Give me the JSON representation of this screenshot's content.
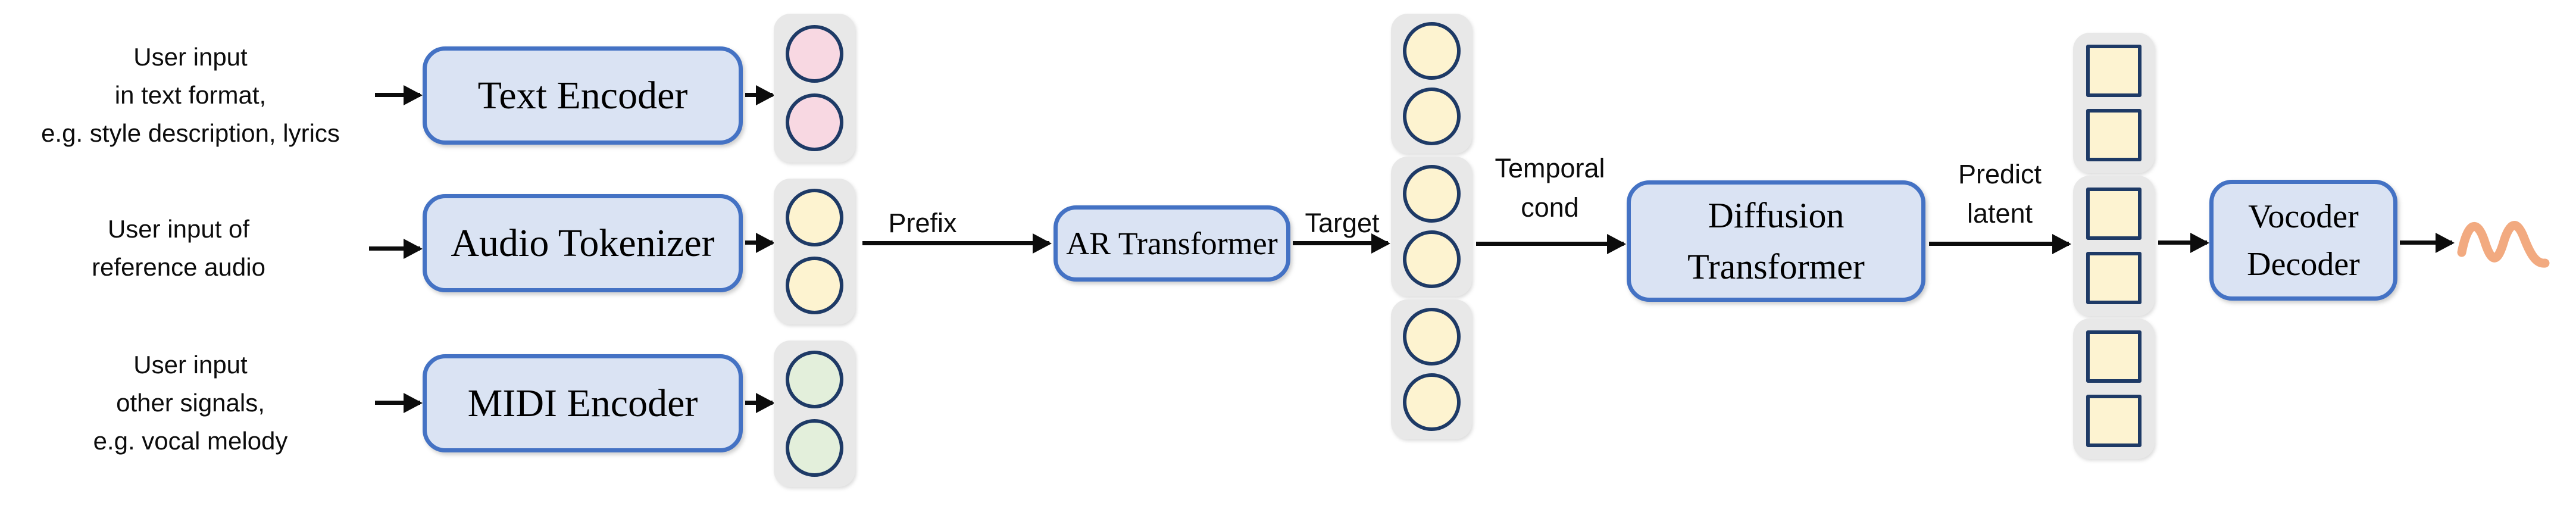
{
  "inputs": {
    "text_label": "User input\nin text format,\ne.g. style description, lyrics",
    "audio_label": "User input of\nreference audio",
    "midi_label": "User input\nother signals,\ne.g. vocal melody"
  },
  "modules": {
    "text_encoder": "Text Encoder",
    "audio_tokenizer": "Audio Tokenizer",
    "midi_encoder": "MIDI Encoder",
    "ar_transformer": "AR Transformer",
    "diffusion_transformer": "Diffusion\nTransformer",
    "vocoder_decoder": "Vocoder\nDecoder"
  },
  "arrow_labels": {
    "prefix": "Prefix",
    "target": "Target",
    "temporal_cond": "Temporal\ncond",
    "predict_latent": "Predict\nlatent"
  },
  "tokens": {
    "text": {
      "count": 2,
      "shape": "circle"
    },
    "audio": {
      "count": 2,
      "shape": "circle"
    },
    "midi": {
      "count": 2,
      "shape": "circle"
    },
    "semantic": {
      "segments": 3,
      "per_segment": 2,
      "total": 6,
      "shape": "circle"
    },
    "latent": {
      "segments": 3,
      "per_segment": 2,
      "total": 6,
      "shape": "square"
    }
  },
  "colors": {
    "box_fill": "#dae3f3",
    "box_border": "#4472c4",
    "tray_fill": "#e8e8e8",
    "token_border": "#1e3a66",
    "text_tokens": "#f8d8e2",
    "audio_tokens": "#fdf3d0",
    "midi_tokens": "#e3efdb",
    "semantic_tokens": "#fdf3d0",
    "latent_tokens": "#fdf3d1",
    "arrow": "#0c0c0c",
    "waveform": "#f2aa80"
  },
  "icons": {
    "waveform": "audio-waveform"
  }
}
